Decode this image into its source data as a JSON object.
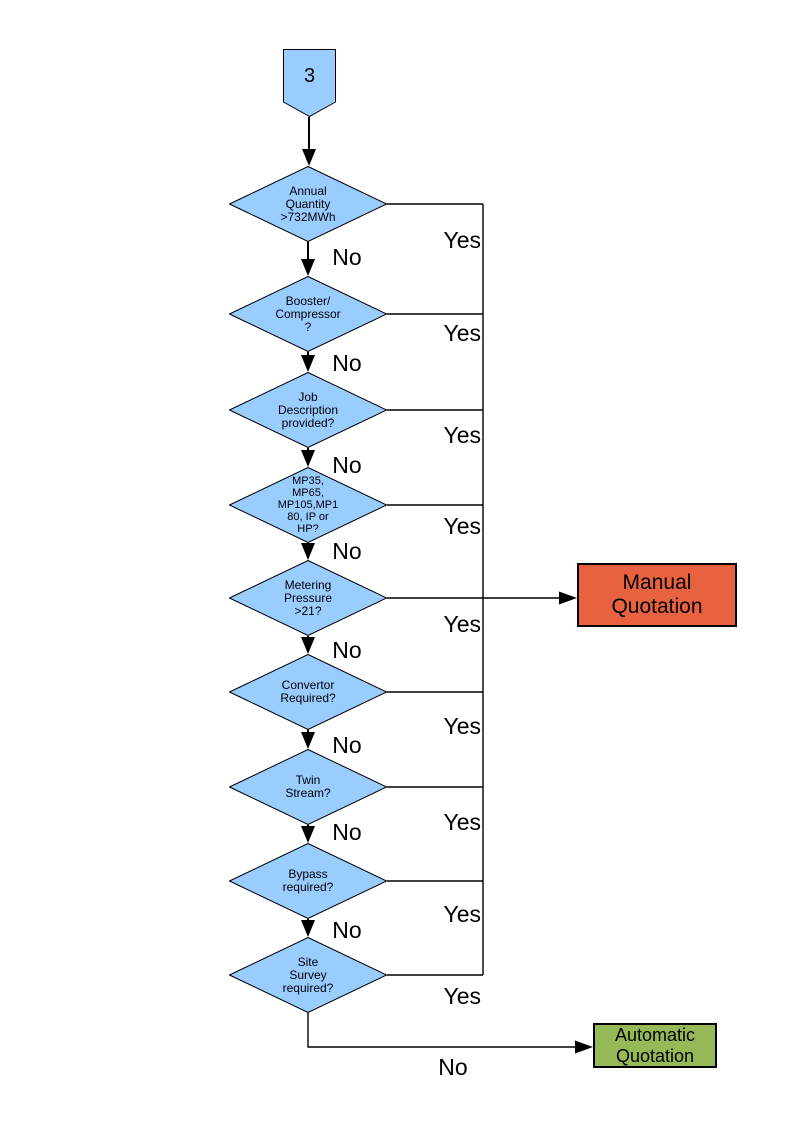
{
  "connector": {
    "label": "3"
  },
  "decisions": [
    {
      "id": "annual-quantity",
      "label": "Annual\nQuantity\n>732MWh"
    },
    {
      "id": "booster-compressor",
      "label": "Booster/\nCompressor\n?"
    },
    {
      "id": "job-description",
      "label": "Job\nDescription\nprovided?"
    },
    {
      "id": "meter-range",
      "label": "MP35,\nMP65,\nMP105,MP1\n80, IP or\nHP?"
    },
    {
      "id": "metering-pressure",
      "label": "Metering\nPressure\n>21?"
    },
    {
      "id": "convertor-required",
      "label": "Convertor\nRequired?"
    },
    {
      "id": "twin-stream",
      "label": "Twin\nStream?"
    },
    {
      "id": "bypass-required",
      "label": "Bypass\nrequired?"
    },
    {
      "id": "site-survey",
      "label": "Site\nSurvey\nrequired?"
    }
  ],
  "outcomes": {
    "manual": {
      "label": "Manual\nQuotation",
      "fill": "#E8623F"
    },
    "automatic": {
      "label": "Automatic\nQuotation",
      "fill": "#95B957"
    }
  },
  "edge_labels": {
    "yes": "Yes",
    "no": "No"
  },
  "colors": {
    "decision_fill": "#99CCFF",
    "shape_border": "#000000",
    "line": "#000000",
    "background": "#FFFFFF"
  }
}
